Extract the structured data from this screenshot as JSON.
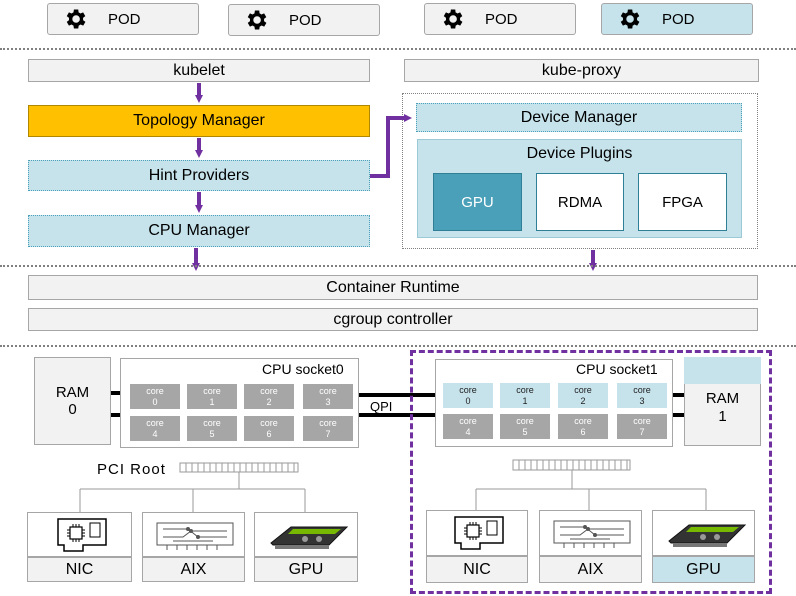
{
  "pods": [
    "POD",
    "POD",
    "POD",
    "POD"
  ],
  "kubelet": "kubelet",
  "kube_proxy": "kube-proxy",
  "topology_manager": "Topology Manager",
  "hint_providers": "Hint Providers",
  "cpu_manager": "CPU Manager",
  "device_manager": "Device Manager",
  "device_plugins": "Device Plugins",
  "plugins": [
    "GPU",
    "RDMA",
    "FPGA"
  ],
  "container_runtime": "Container Runtime",
  "cgroup_controller": "cgroup controller",
  "ram0": [
    "RAM",
    "0"
  ],
  "ram1": [
    "RAM",
    "1"
  ],
  "socket0": {
    "label": "CPU socket0",
    "cores": [
      [
        "core",
        "0"
      ],
      [
        "core",
        "1"
      ],
      [
        "core",
        "2"
      ],
      [
        "core",
        "3"
      ],
      [
        "core",
        "4"
      ],
      [
        "core",
        "5"
      ],
      [
        "core",
        "6"
      ],
      [
        "core",
        "7"
      ]
    ]
  },
  "socket1": {
    "label": "CPU socket1",
    "cores": [
      [
        "core",
        "0"
      ],
      [
        "core",
        "1"
      ],
      [
        "core",
        "2"
      ],
      [
        "core",
        "3"
      ],
      [
        "core",
        "4"
      ],
      [
        "core",
        "5"
      ],
      [
        "core",
        "6"
      ],
      [
        "core",
        "7"
      ]
    ]
  },
  "qpi": "QPI",
  "pci_root": "PCI Root",
  "devices_left": [
    "NIC",
    "AIX",
    "GPU"
  ],
  "devices_right": [
    "NIC",
    "AIX",
    "GPU"
  ],
  "colors": {
    "topology_orange": "#ffc000",
    "arrow_purple": "#7030a0",
    "light_blue": "#c6e3ec",
    "gpu_blue": "#4aa0b8"
  }
}
